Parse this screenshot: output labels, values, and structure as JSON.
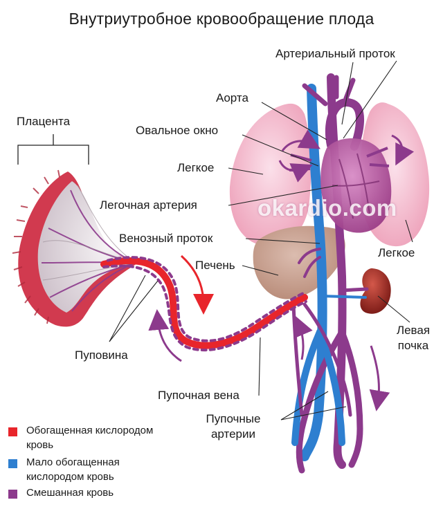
{
  "title": "Внутриутробное кровообращение плода",
  "watermark": "okardio.com",
  "labels": {
    "placenta": "Плацента",
    "arterial_duct": "Артериальный проток",
    "aorta": "Аорта",
    "oval_window": "Овальное окно",
    "lung_left_label": "Легкое",
    "pulmonary_artery": "Легочная артерия",
    "venous_duct": "Венозный проток",
    "liver": "Печень",
    "lung_right_label": "Легкое",
    "left_kidney_line1": "Левая",
    "left_kidney_line2": "почка",
    "umbilical_cord": "Пуповина",
    "umbilical_vein": "Пупочная вена",
    "umbilical_arteries_line1": "Пупочные",
    "umbilical_arteries_line2": "артерии"
  },
  "legend": [
    {
      "line1": "Обогащенная кислородом",
      "line2": "кровь",
      "color": "#e8252b"
    },
    {
      "line1": "Мало обогащенная",
      "line2": "кислородом кровь",
      "color": "#2e7fd0"
    },
    {
      "line1": "Смешанная кровь",
      "line2": "",
      "color": "#8c3a8c"
    }
  ],
  "colors": {
    "oxygenated": "#e8252b",
    "deoxygenated": "#2e7fd0",
    "mixed": "#8c3a8c",
    "lung": "#f3b8c8",
    "liver": "#c9a08f",
    "kidney": "#a8322a",
    "heart": "#b2529a"
  }
}
